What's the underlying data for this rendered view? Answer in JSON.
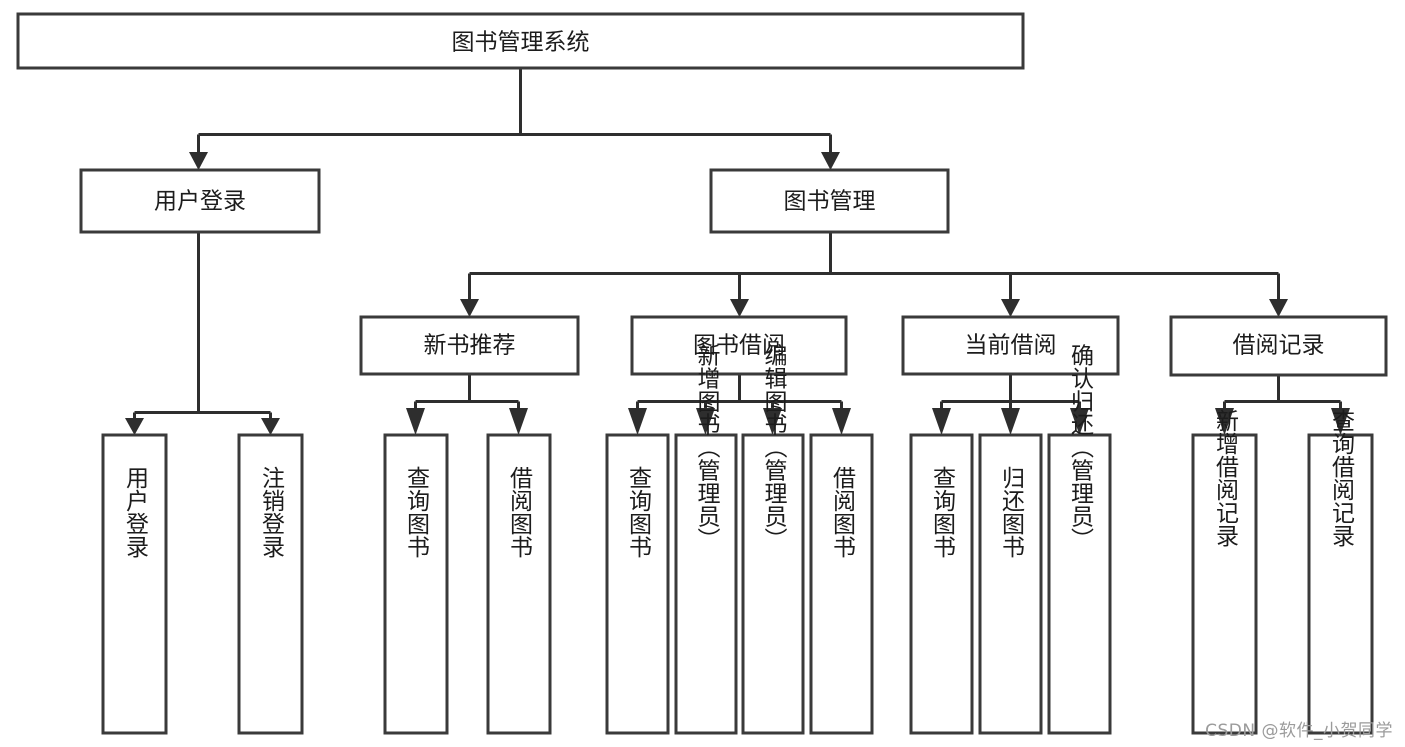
{
  "diagram": {
    "type": "tree",
    "title": "图书管理系统",
    "watermark": "CSDN @软件_小贺同学",
    "colors": {
      "box_stroke": "#3a3a3a",
      "box_fill": "#ffffff",
      "connector": "#2e2e2e",
      "text": "#1c1c1c",
      "watermark": "#9b9b9b",
      "background": "#ffffff"
    },
    "levels": {
      "root": "图书管理系统",
      "level2": [
        "用户登录",
        "图书管理"
      ],
      "level3": [
        "新书推荐",
        "图书借阅",
        "当前借阅",
        "借阅记录"
      ],
      "leaves": [
        "用户登录",
        "注销登录",
        "查询图书",
        "借阅图书",
        "查询图书",
        "新增图书（管理员）",
        "编辑图书（管理员）",
        "借阅图书",
        "查询图书",
        "归还图书",
        "确认归还（管理员）",
        "新增借阅记录",
        "查询借阅记录"
      ]
    },
    "nodes": {
      "root": {
        "label": "图书管理系统"
      },
      "user_login": {
        "label": "用户登录"
      },
      "book_manage": {
        "label": "图书管理"
      },
      "new_book_rec": {
        "label": "新书推荐"
      },
      "book_borrow": {
        "label": "图书借阅"
      },
      "current_borrow": {
        "label": "当前借阅"
      },
      "borrow_record": {
        "label": "借阅记录"
      },
      "leaf_user_login": {
        "label": "用户登录"
      },
      "leaf_logout": {
        "label": "注销登录"
      },
      "leaf_query_book_a": {
        "label": "查询图书"
      },
      "leaf_borrow_book_a": {
        "label": "借阅图书"
      },
      "leaf_query_book_b": {
        "label": "查询图书"
      },
      "leaf_add_book": {
        "label": "新增图书（管理员）"
      },
      "leaf_edit_book": {
        "label": "编辑图书（管理员）"
      },
      "leaf_borrow_book_b": {
        "label": "借阅图书"
      },
      "leaf_query_book_c": {
        "label": "查询图书"
      },
      "leaf_return_book": {
        "label": "归还图书"
      },
      "leaf_confirm_return": {
        "label": "确认归还（管理员）"
      },
      "leaf_add_record": {
        "label": "新增借阅记录"
      },
      "leaf_query_record": {
        "label": "查询借阅记录"
      }
    }
  }
}
